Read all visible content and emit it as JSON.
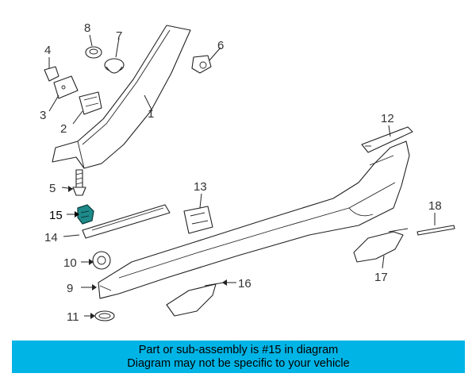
{
  "diagram": {
    "callouts": {
      "c1": "1",
      "c2": "2",
      "c3": "3",
      "c4": "4",
      "c5": "5",
      "c6": "6",
      "c7": "7",
      "c8": "8",
      "c9": "9",
      "c10": "10",
      "c11": "11",
      "c12": "12",
      "c13": "13",
      "c14": "14",
      "c15": "15",
      "c16": "16",
      "c17": "17",
      "c18": "18"
    },
    "highlight_color": "#1e8a8a"
  },
  "banner": {
    "line1": "Part or sub-assembly is #15 in diagram",
    "line2": "Diagram may not be specific to your vehicle",
    "background": "#00b4e6"
  }
}
